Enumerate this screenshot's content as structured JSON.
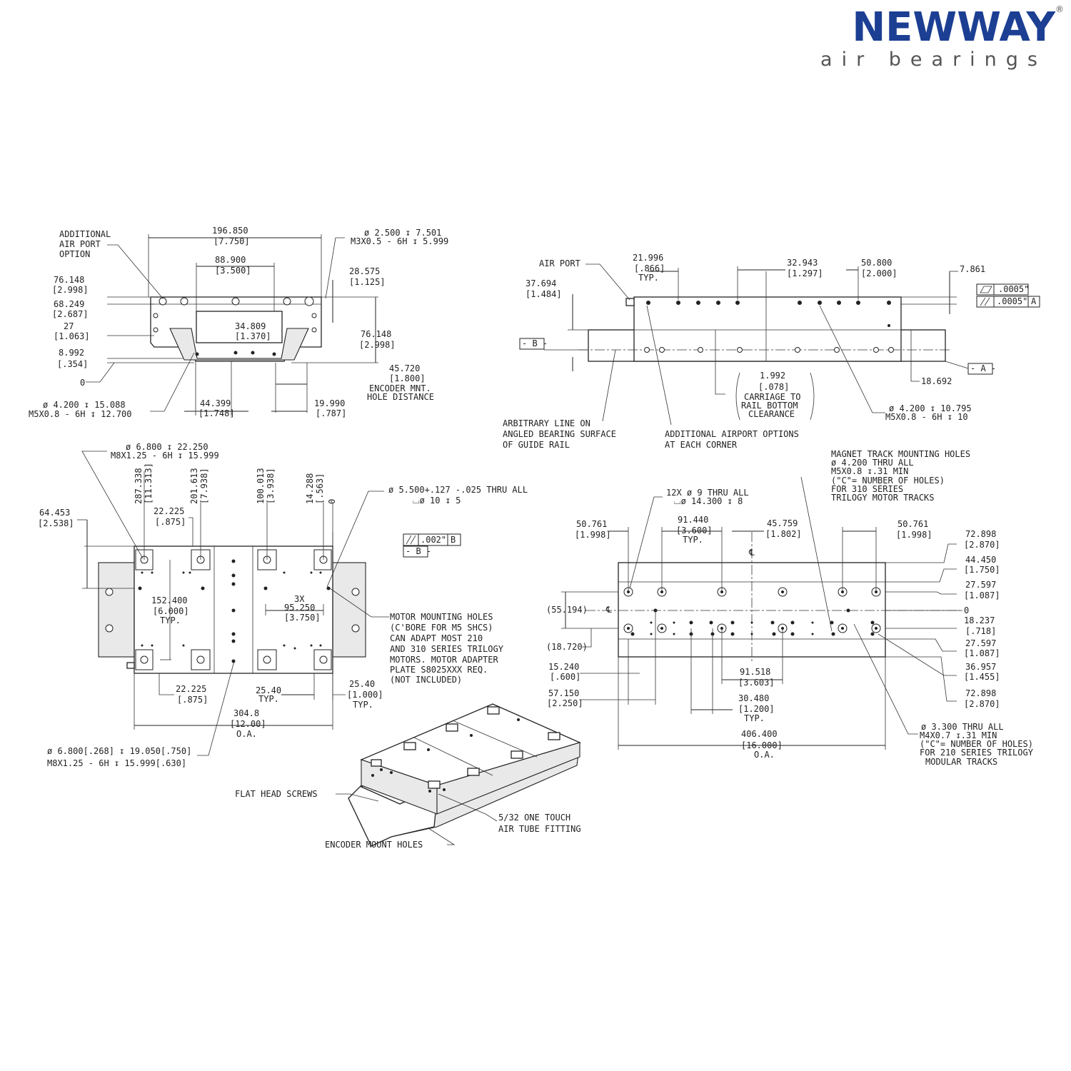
{
  "logo": {
    "name": "NEWWAY",
    "registered": "®",
    "tagline": "air bearings"
  },
  "end_view": {
    "additional_air_port": [
      "ADDITIONAL",
      "AIR PORT",
      "OPTION"
    ],
    "dim_width": [
      "196.850",
      "[7.750]"
    ],
    "dim_center": [
      "88.900",
      "[3.500]"
    ],
    "hole_m3": [
      "ø 2.500 ↧ 7.501",
      "M3X0.5 - 6H ↧ 5.999"
    ],
    "dim_28575": [
      "28.575",
      "[1.125]"
    ],
    "dim_76148_left": [
      "76.148",
      "[2.998]"
    ],
    "dim_68249": [
      "68.249",
      "[2.687]"
    ],
    "dim_27": [
      "27",
      "[1.063]"
    ],
    "dim_8992": [
      "8.992",
      "[.354]"
    ],
    "dim_zero": "0",
    "dim_34809": [
      "34.809",
      "[1.370]"
    ],
    "dim_76148_right": [
      "76.148",
      "[2.998]"
    ],
    "encoder_distance": [
      "45.720",
      "[1.800]",
      "ENCODER MNT.",
      "HOLE DISTANCE"
    ],
    "hole_m5": [
      "ø 4.200 ↧ 15.088",
      "M5X0.8 - 6H ↧ 12.700"
    ],
    "dim_44399": [
      "44.399",
      "[1.748]"
    ],
    "dim_19990": [
      "19.990",
      "[.787]"
    ]
  },
  "side_view": {
    "air_port": "AIR PORT",
    "dim_21996": [
      "21.996",
      "[.866]",
      "TYP."
    ],
    "dim_32943": [
      "32.943",
      "[1.297]"
    ],
    "dim_50800": [
      "50.800",
      "[2.000]"
    ],
    "dim_7861": "7.861",
    "dim_37694": [
      "37.694",
      "[1.484]"
    ],
    "datum_b": "- B -",
    "datum_a": "- A -",
    "tol_flat": ".0005\"",
    "tol_par": ".0005\"",
    "tol_par_ref": "A",
    "dim_18692": "18.692",
    "clearance": [
      "1.992",
      "[.078]",
      "CARRIAGE TO",
      "RAIL BOTTOM",
      "CLEARANCE"
    ],
    "hole_side": [
      "ø 4.200 ↧ 10.795",
      "M5X0.8 - 6H ↧ 10"
    ],
    "arbitrary_line": [
      "ARBITRARY LINE ON",
      "ANGLED BEARING SURFACE",
      "OF GUIDE RAIL"
    ],
    "airport_options": [
      "ADDITIONAL AIRPORT OPTIONS",
      "AT EACH CORNER"
    ]
  },
  "top_view": {
    "hole_m8_top": [
      "ø 6.800 ↧ 22.250",
      "M8X1.25 - 6H ↧ 15.999"
    ],
    "vert_dims": [
      "287.338",
      "[11.313]",
      "201.613",
      "[7.938]",
      "100.013",
      "[3.938]",
      "14.288",
      "[.563]",
      "0"
    ],
    "dim_64453": [
      "64.453",
      "[2.538]"
    ],
    "dim_22225_top": [
      "22.225",
      "[.875]"
    ],
    "thru_hole": [
      "ø 5.500+.127 -.025 THRU ALL",
      "⌴ø 10 ↧ 5"
    ],
    "tol_par_b": ".002\"",
    "tol_par_b_ref": "B",
    "datum_b": "- B -",
    "dim_152400": [
      "152.400",
      "[6.000]",
      "TYP."
    ],
    "dim_3x": [
      "3X",
      "95.250",
      "[3.750]"
    ],
    "motor_holes": [
      "MOTOR MOUNTING HOLES",
      "(C'BORE FOR M5 SHCS)",
      "CAN ADAPT MOST 210",
      "AND 310 SERIES TRILOGY",
      "MOTORS. MOTOR ADAPTER",
      "PLATE S8025XXX REQ.",
      "(NOT INCLUDED)"
    ],
    "dim_22225_bottom": [
      "22.225",
      "[.875]"
    ],
    "dim_2540_typ": [
      "25.40",
      "TYP."
    ],
    "dim_2540_right": [
      "25.40",
      "[1.000]",
      "TYP."
    ],
    "dim_3048": [
      "304.8",
      "[12.00]",
      "O.A."
    ],
    "hole_m8_bottom": [
      "ø 6.800[.268] ↧ 19.050[.750]",
      "M8X1.25 - 6H ↧ 15.999[.630]"
    ]
  },
  "rail_view": {
    "magnet_holes": [
      "MAGNET TRACK MOUNTING HOLES",
      "ø 4.200 THRU ALL",
      "M5X0.8 ↧.31 MIN",
      "(\"C\"= NUMBER OF HOLES)",
      "FOR 310 SERIES",
      "TRILOGY MOTOR TRACKS"
    ],
    "thru_12x": [
      "12X ø 9 THRU ALL",
      "⌴ø 14.300 ↧ 8"
    ],
    "dim_50761_left": [
      "50.761",
      "[1.998]"
    ],
    "dim_91440": [
      "91.440",
      "[3.600]",
      "TYP."
    ],
    "dim_45759": [
      "45.759",
      "[1.802]"
    ],
    "dim_50761_right": [
      "50.761",
      "[1.998]"
    ],
    "centerline": "℄",
    "right_dims": [
      "72.898",
      "[2.870]",
      "44.450",
      "[1.750]",
      "27.597",
      "[1.087]",
      "0",
      "18.237",
      "[.718]",
      "27.597",
      "[1.087]",
      "36.957",
      "[1.455]",
      "72.898",
      "[2.870]"
    ],
    "dim_55194": "(55.194)",
    "dim_18720": "(18.720)",
    "dim_15240": [
      "15.240",
      "[.600]"
    ],
    "dim_57150": [
      "57.150",
      "[2.250]"
    ],
    "dim_91518": [
      "91.518",
      "[3.603]"
    ],
    "dim_30480": [
      "30.480",
      "[1.200]",
      "TYP."
    ],
    "dim_406400": [
      "406.400",
      "[16.000]",
      "O.A."
    ],
    "hole_m4": [
      "ø 3.300 THRU ALL",
      "M4X0.7 ↧.31 MIN",
      "(\"C\"= NUMBER OF HOLES)",
      "FOR 210 SERIES TRILOGY",
      "MODULAR TRACKS"
    ]
  },
  "iso_view": {
    "flat_head": "FLAT HEAD SCREWS",
    "air_fitting": [
      "5/32 ONE TOUCH",
      "AIR TUBE FITTING"
    ],
    "encoder_holes": "ENCODER MOUNT HOLES"
  }
}
